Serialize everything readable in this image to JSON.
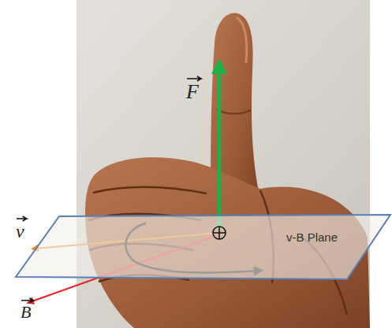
{
  "diagram": {
    "nodes": [
      {
        "text": [
          "v-B Plane"
        ]
      }
    ],
    "labels": [
      "F",
      "v",
      "B"
    ]
  }
}
